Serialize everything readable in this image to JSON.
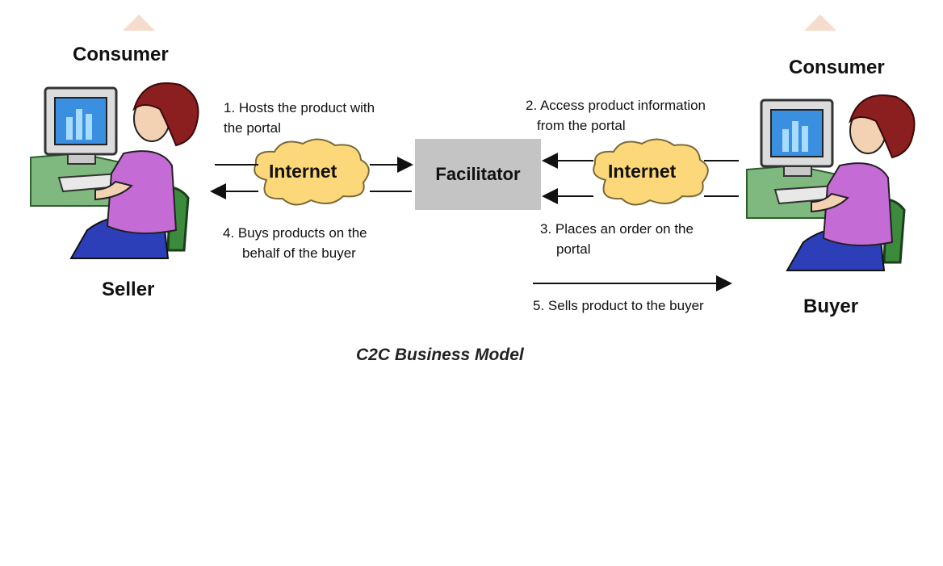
{
  "seller": {
    "role_label": "Consumer",
    "title": "Seller"
  },
  "buyer": {
    "role_label": "Consumer",
    "title": "Buyer"
  },
  "nodes": {
    "internet_left": "Internet",
    "internet_right": "Internet",
    "facilitator": "Facilitator"
  },
  "steps": {
    "step1": {
      "line1": "1. Hosts the product with",
      "line2": "the portal"
    },
    "step2": {
      "line1": "2. Access product information",
      "line2": "from the portal"
    },
    "step3": {
      "line1": "3. Places an order on the",
      "line2": "portal"
    },
    "step4": {
      "line1": "4. Buys products on the",
      "line2": "behalf of the buyer"
    },
    "step5": {
      "line1": "5. Sells product to the buyer"
    }
  },
  "caption": "C2C Business Model",
  "colors": {
    "cloud_fill": "#fdd87a",
    "facilitator_fill": "#c4c4c4",
    "person_shirt": "#c56bd6",
    "person_hair": "#8b1e1e",
    "skirt": "#2c3fb8",
    "chair": "#3c8a3c",
    "desk": "#7fb97f",
    "monitor_screen": "#3a8fe0"
  }
}
